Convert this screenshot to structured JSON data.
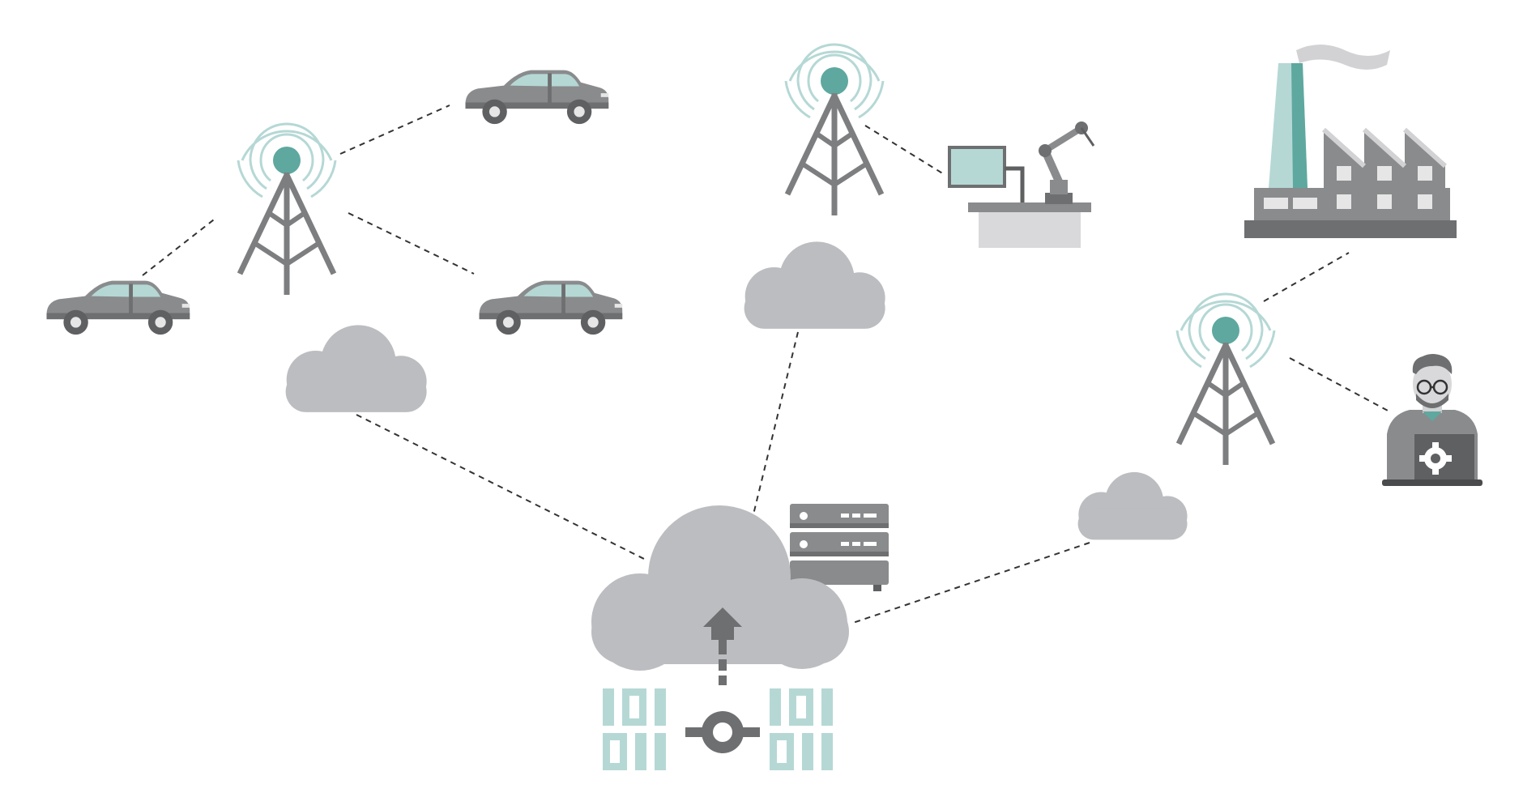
{
  "colors": {
    "background": "#ffffff",
    "cloud": "#bcbdc0",
    "device_gray": "#8a8b8d",
    "device_dark": "#5f6062",
    "accent_teal": "#5ea8a0",
    "accent_teal_light": "#b5d8d5",
    "link": "#333333"
  },
  "icons": [
    "cloud-icon",
    "car-icon",
    "cell-tower-icon",
    "robot-arm-workstation-icon",
    "factory-icon",
    "engineer-laptop-icon",
    "server-rack-icon",
    "upload-arrow-icon",
    "binary-data-icon",
    "network-node-icon"
  ],
  "binary_glyphs": {
    "left_top": "101",
    "left_bottom": "011",
    "right_top": "101",
    "right_bottom": "011"
  }
}
